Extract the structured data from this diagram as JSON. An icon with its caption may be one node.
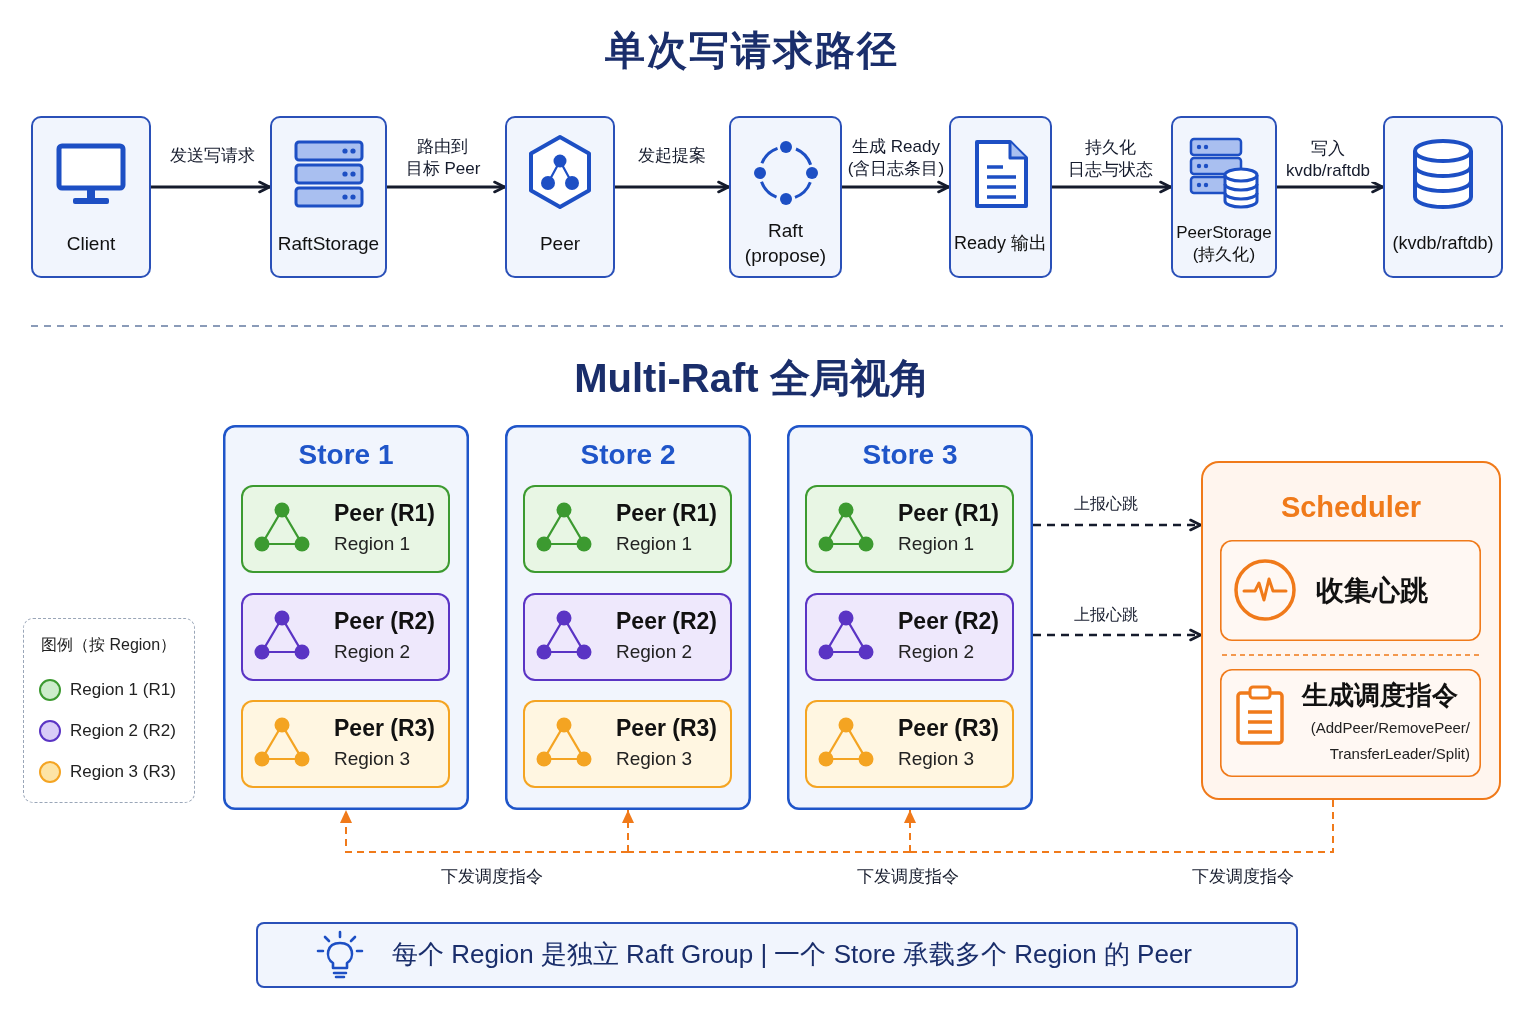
{
  "diagram": {
    "title": "单次写请求路径",
    "nodes": [
      {
        "text": [
          "Client"
        ]
      },
      {
        "text": [
          "RaftStorage"
        ]
      },
      {
        "text": [
          "Peer"
        ]
      },
      {
        "text": [
          "Raft (propose)"
        ]
      },
      {
        "text": [
          "Ready 输出"
        ]
      },
      {
        "text": [
          "PeerStorage (持久化)"
        ]
      },
      {
        "text": [
          "(kvdb/raftdb)"
        ]
      },
      {
        "text": [
          "Store 1"
        ]
      },
      {
        "text": [
          "Peer (R1)",
          "Region 1"
        ],
        "in": 7
      },
      {
        "text": [
          "Peer (R2)",
          "Region 2"
        ],
        "in": 7
      },
      {
        "text": [
          "Peer (R3)",
          "Region 3"
        ],
        "in": 7
      },
      {
        "text": [
          "Store 2"
        ]
      },
      {
        "text": [
          "Peer (R1)",
          "Region 1"
        ],
        "in": 11
      },
      {
        "text": [
          "Peer (R2)",
          "Region 2"
        ],
        "in": 11
      },
      {
        "text": [
          "Peer (R3)",
          "Region 3"
        ],
        "in": 11
      },
      {
        "text": [
          "Store 3"
        ]
      },
      {
        "text": [
          "Peer (R1)",
          "Region 1"
        ],
        "in": 15
      },
      {
        "text": [
          "Peer (R2)",
          "Region 2"
        ],
        "in": 15
      },
      {
        "text": [
          "Peer (R3)",
          "Region 3"
        ],
        "in": 15
      },
      {
        "text": [
          "Scheduler"
        ]
      },
      {
        "text": [
          "收集心跳"
        ],
        "in": 19
      },
      {
        "text": [
          "生成调度指令",
          "(AddPeer/RemovePeer/ TransferLeader/Split)"
        ],
        "in": 19
      },
      {
        "text": [
          "每个 Region 是独立 Raft Group | 一个 Store 承载多个 Region 的 Peer"
        ]
      }
    ],
    "edges": [
      {
        "from": 0,
        "to": 1,
        "arrow": "to",
        "label": "发送写请求"
      },
      {
        "from": 1,
        "to": 2,
        "arrow": "to",
        "label": "路由到目标 Peer"
      },
      {
        "from": 2,
        "to": 3,
        "arrow": "to",
        "label": "发起提案"
      },
      {
        "from": 3,
        "to": 4,
        "arrow": "to",
        "label": "生成 Ready (含日志条目)"
      },
      {
        "from": 4,
        "to": 5,
        "arrow": "to",
        "label": "持久化日志与状态"
      },
      {
        "from": 5,
        "to": 6,
        "arrow": "to",
        "label": "写入 kvdb/raftdb"
      },
      {
        "from": 15,
        "to": 19,
        "arrow": "to",
        "label": "上报心跳",
        "style": "dashed"
      },
      {
        "from": 15,
        "to": 19,
        "arrow": "to",
        "label": "上报心跳",
        "style": "dashed"
      },
      {
        "from": 19,
        "to": 7,
        "arrow": "to",
        "label": "下发调度指令",
        "style": "dashed",
        "color": "#f07a1a"
      },
      {
        "from": 19,
        "to": 11,
        "arrow": "to",
        "label": "下发调度指令",
        "style": "dashed",
        "color": "#f07a1a"
      },
      {
        "from": 19,
        "to": 15,
        "arrow": "to",
        "label": "下发调度指令",
        "style": "dashed",
        "color": "#f07a1a"
      }
    ],
    "labels": [
      "Multi-Raft 全局视角",
      "图例（按 Region）"
    ],
    "legend": [
      {
        "text": "Region 1 (R1)",
        "color": "#cdeccb"
      },
      {
        "text": "Region 2 (R2)",
        "color": "#d9cdf7"
      },
      {
        "text": "Region 3 (R3)",
        "color": "#fde4a6"
      }
    ]
  }
}
